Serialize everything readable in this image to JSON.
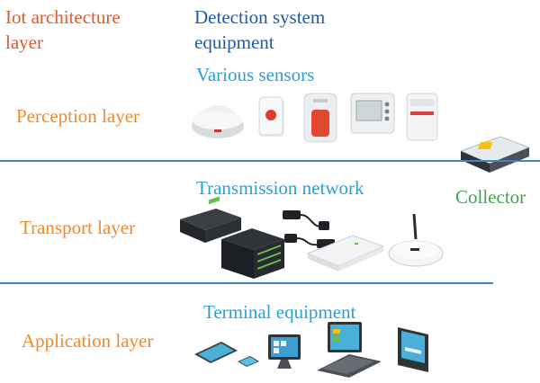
{
  "header": {
    "col1_line1": "Iot architecture",
    "col1_line2": "layer",
    "col2_line1": "Detection system",
    "col2_line2": "equipment"
  },
  "layers": {
    "perception": "Perception layer",
    "transport": "Transport layer",
    "application": "Application layer"
  },
  "sections": {
    "sensors": "Various sensors",
    "network": "Transmission network",
    "terminal": "Terminal equipment"
  },
  "collector_label": "Collector",
  "colors": {
    "header_left": "#e05a2b",
    "header_right": "#1e5aa8",
    "layer_label": "#f08a2b",
    "section_label": "#2a9fd6",
    "collector": "#3aa84a",
    "divider": "#3b86c4"
  },
  "icons": {
    "sensors": [
      "smoke-detector-icon",
      "alarm-button-icon",
      "siren-sensor-icon",
      "thermostat-panel-icon",
      "motion-sensor-icon"
    ],
    "network": [
      "network-switch-icon",
      "server-rack-icon",
      "cable-adapter-icon",
      "router-icon",
      "wifi-router-icon"
    ],
    "terminal": [
      "tablet-icon",
      "phone-icon",
      "monitor-icon",
      "laptop-icon",
      "pos-terminal-icon"
    ],
    "collector": "data-collector-icon"
  }
}
